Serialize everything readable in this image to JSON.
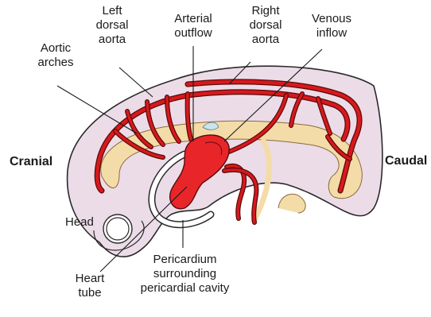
{
  "labels": {
    "aortic_arches": [
      "Aortic",
      "arches"
    ],
    "left_dorsal_aorta": [
      "Left",
      "dorsal",
      "aorta"
    ],
    "arterial_outflow": [
      "Arterial",
      "outflow"
    ],
    "right_dorsal_aorta": [
      "Right",
      "dorsal",
      "aorta"
    ],
    "venous_inflow": [
      "Venous",
      "inflow"
    ],
    "cranial": "Cranial",
    "caudal": "Caudal",
    "head": "Head",
    "heart_tube": [
      "Heart",
      "tube"
    ],
    "pericardium": [
      "Pericardium",
      "surrounding",
      "pericardial cavity"
    ]
  },
  "colors": {
    "embryo_fill": "#ecdce8",
    "embryo_stroke": "#2a2a2a",
    "gut_fill": "#f4dca8",
    "vessel": "#d7191c",
    "vessel_outline": "#5a0a0a",
    "cavity": "#c9e3ef"
  }
}
